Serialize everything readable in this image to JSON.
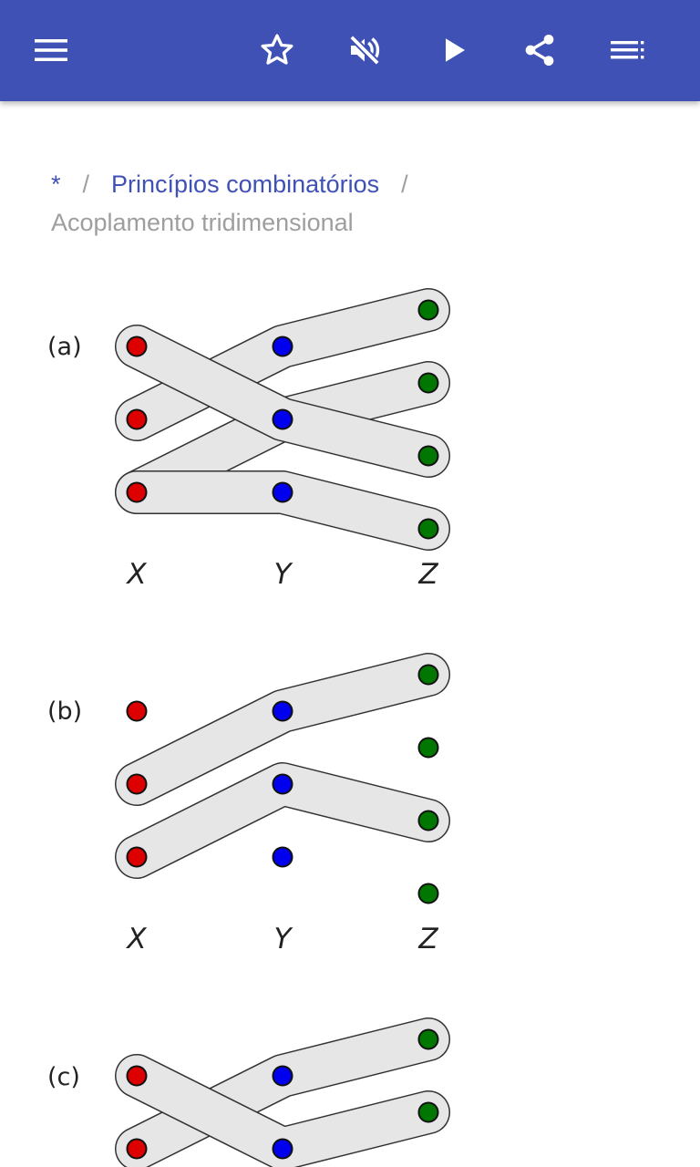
{
  "toolbar": {
    "menu_icon": "menu-icon",
    "favorite_icon": "star-outline-icon",
    "sound_icon": "volume-off-icon",
    "play_icon": "play-icon",
    "share_icon": "share-icon",
    "contents_icon": "list-icon",
    "background_color": "#3f51b5"
  },
  "breadcrumb": {
    "home": "*",
    "separator": "/",
    "parent": "Princípios combinatórios",
    "current": "Acoplamento tridimensional"
  },
  "figure": {
    "panels": [
      {
        "label": "(a)",
        "axis_labels": [
          "X",
          "Y",
          "Z"
        ]
      },
      {
        "label": "(b)",
        "axis_labels": [
          "X",
          "Y",
          "Z"
        ]
      },
      {
        "label": "(c)",
        "axis_labels": []
      }
    ],
    "colors": {
      "x_nodes": "#dd0000",
      "y_nodes": "#0000ee",
      "z_nodes": "#007700",
      "hyperedge_fill": "#e6e6e6"
    }
  }
}
